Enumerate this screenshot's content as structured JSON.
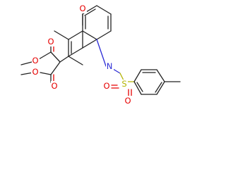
{
  "molecule": {
    "atoms": {
      "o_ketone": "O",
      "o_ester_top_carbonyl": "O",
      "o_ester_top_ether": "O",
      "o_ester_bottom_carbonyl": "O",
      "o_ester_bottom_ether": "O",
      "n_imine": "N",
      "s_sulfonyl": "S",
      "o_sulfonyl_left": "O",
      "o_sulfonyl_bottom": "O"
    },
    "colors": {
      "carbon_bonds": "#222222",
      "oxygen": "#e60000",
      "nitrogen": "#2b2bd6",
      "sulfur": "#b3b300"
    }
  }
}
